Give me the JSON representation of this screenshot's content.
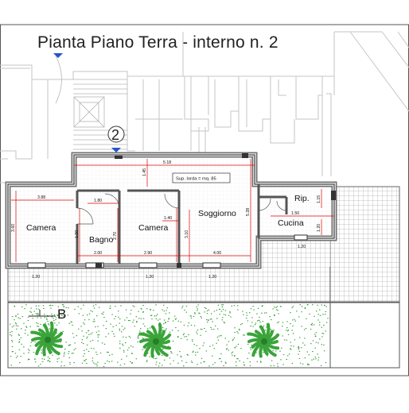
{
  "title": "Pianta Piano Terra - interno n. 2",
  "unit_number": "2",
  "area_note": "Sup. lorda = mq. 85",
  "section_label": "B",
  "rooms": {
    "camera_1": "Camera",
    "bagno": "Bagno",
    "camera_2": "Camera",
    "soggiorno": "Soggiorno",
    "rip": "Rip.",
    "cucina": "Cucina"
  },
  "dimensions": {
    "top_total": "5.18",
    "left_width": "3.88",
    "left_height": "3.60",
    "bagno_width": "1.80",
    "bagno_height": "2.70",
    "corr_width": "1.40",
    "corr_height": "3.10",
    "sogg_height": "5.28",
    "rip_width": "1.50",
    "rip_height": "1.15",
    "cucina_height": "1.20",
    "bottom_1": "2.00",
    "bottom_2": "2.90",
    "bottom_3": "4.00",
    "window_1": "1.45",
    "window_2": "1.20",
    "window_3": "1.20",
    "window_4": "1.20",
    "step_height": "1.00"
  },
  "colors": {
    "wall": "#6e6e6e",
    "dimension": "#e00000",
    "vegetation": "#2e9a2e",
    "context": "#c9c9c9",
    "tile_grid": "#8a8a8a",
    "marker": "#2255cc"
  }
}
